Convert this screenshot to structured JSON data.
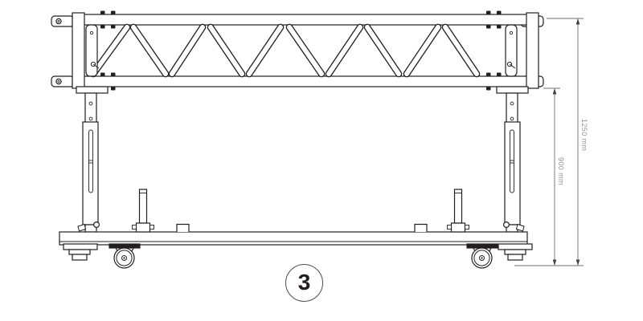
{
  "drawing": {
    "type": "technical-line-diagram",
    "subject": "truss-on-transport-dolly-front-view",
    "colors": {
      "background": "#ffffff",
      "line": "#231f20",
      "dimension_line": "#6d6e71",
      "dimension_text": "#939598",
      "badge_ring": "#4d4d4f"
    },
    "dimensions": {
      "overall_height": "1250 mm",
      "frame_height": "900 mm"
    },
    "step_badge": {
      "number": "3"
    }
  }
}
